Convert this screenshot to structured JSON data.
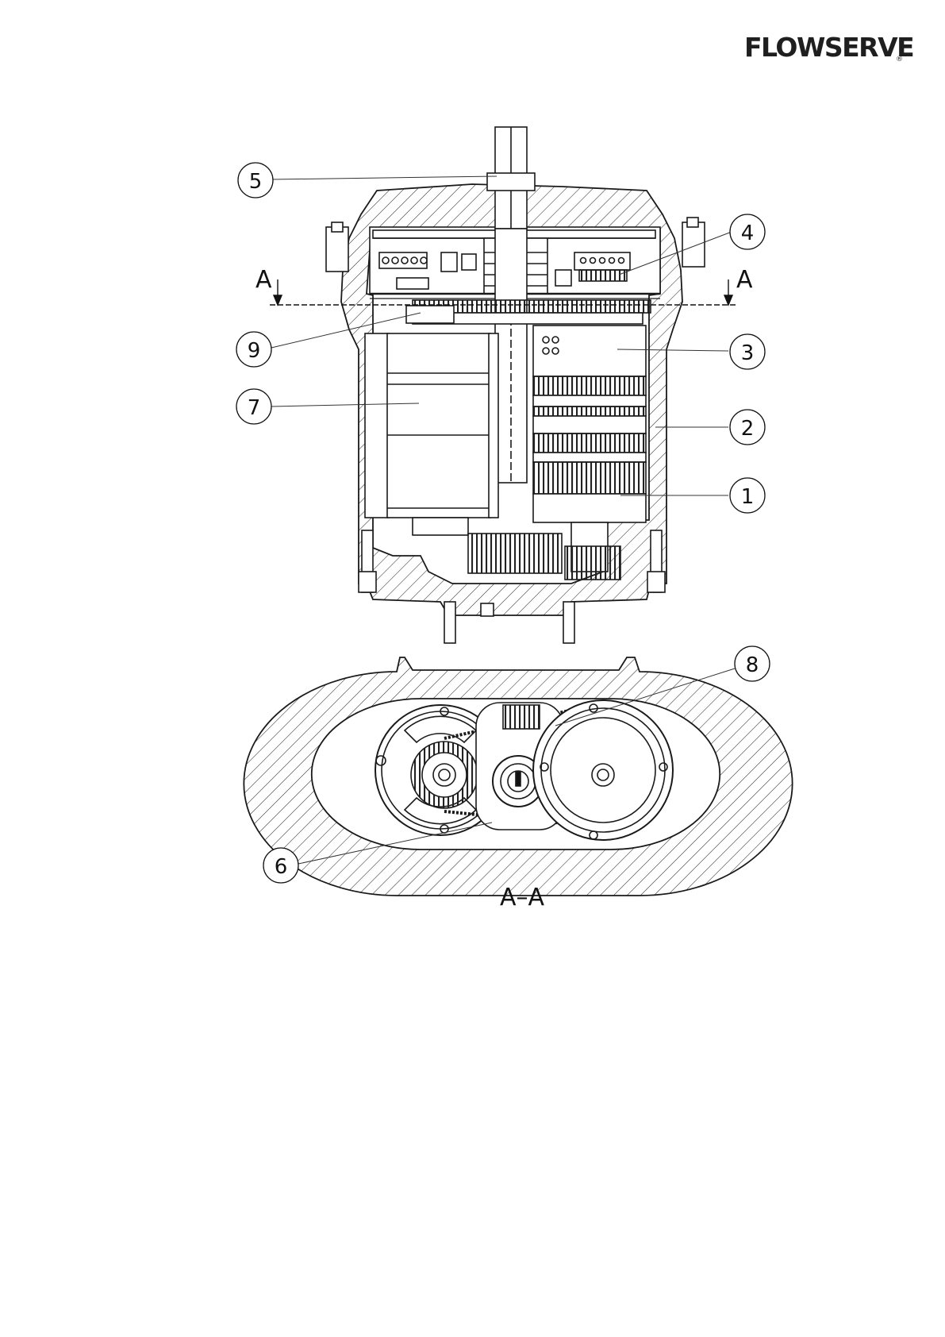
{
  "brand": {
    "logo": "FLOWSERVE",
    "registered_mark": "®"
  },
  "callouts": [
    {
      "id": "1",
      "label": "1"
    },
    {
      "id": "2",
      "label": "2"
    },
    {
      "id": "3",
      "label": "3"
    },
    {
      "id": "4",
      "label": "4"
    },
    {
      "id": "5",
      "label": "5"
    },
    {
      "id": "6",
      "label": "6"
    },
    {
      "id": "7",
      "label": "7"
    },
    {
      "id": "8",
      "label": "8"
    },
    {
      "id": "9",
      "label": "9"
    }
  ],
  "section_marks": {
    "left": "A",
    "right": "A"
  },
  "section_view_title": "A–A",
  "colors": {
    "line": "#1a1a1a",
    "hatch": "#333333",
    "background": "#ffffff"
  }
}
